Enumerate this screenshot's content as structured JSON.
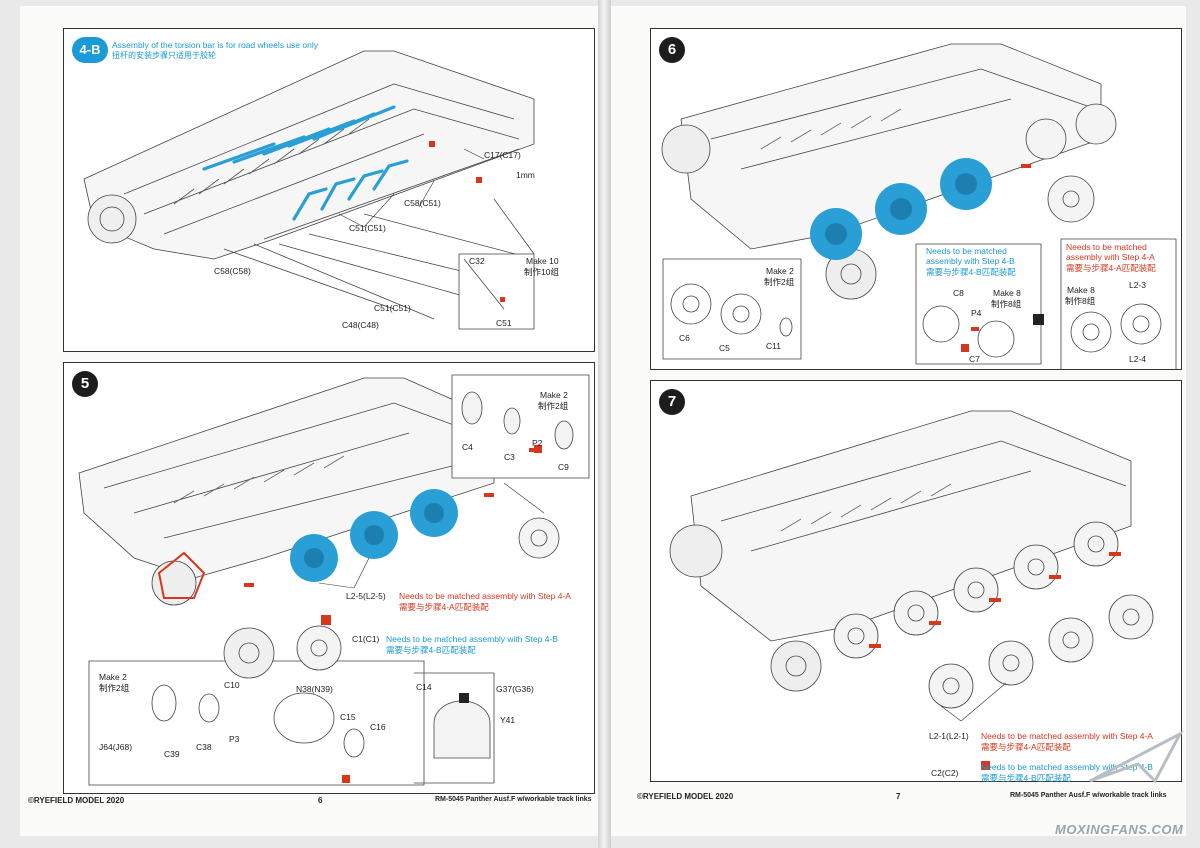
{
  "left_page": {
    "step_4b": {
      "badge": "4-B",
      "note_en": "Assembly of the torsion bar is for road wheels use only",
      "note_cn": "扭杆的安装步骤只适用于胶轮",
      "labels": {
        "c17": "C17(C17)",
        "dim": "1mm",
        "c58_a": "C58(C51)",
        "c51_a": "C51(C51)",
        "c58_b": "C58(C58)",
        "c51_b": "C51(C51)",
        "c48": "C48(C48)",
        "make10_en": "Make 10",
        "make10_cn": "制作10组",
        "c32": "C32",
        "c51_inset": "C51"
      }
    },
    "step_5": {
      "badge": "5",
      "make2_top_en": "Make 2",
      "make2_top_cn": "制作2组",
      "c4": "C4",
      "c3": "C3",
      "p2": "P2",
      "c9": "C9",
      "l25": "L2-5(L2-5)",
      "c1": "C1(C1)",
      "match_a_en": "Needs to be matched assembly with Step 4-A",
      "match_a_cn": "需要与步骤4-A匹配装配",
      "match_b_en": "Needs to be matched assembly with Step 4-B",
      "match_b_cn": "需要与步骤4-B匹配装配",
      "make2_bottom_en": "Make 2",
      "make2_bottom_cn": "制作2组",
      "c10": "C10",
      "n38": "N38(N39)",
      "c15": "C15",
      "c16": "C16",
      "j64": "J64(J68)",
      "c39": "C39",
      "c38": "C38",
      "p3": "P3",
      "c14": "C14",
      "g37": "G37(G36)",
      "y41": "Y41"
    },
    "footer_left": "©RYEFIELD MODEL 2020",
    "page_number": "6",
    "footer_right": "RM-5045  Panther Ausf.F w/workable track links"
  },
  "right_page": {
    "step_6": {
      "badge": "6",
      "make2_en": "Make 2",
      "make2_cn": "制作2组",
      "c6": "C6",
      "c5": "C5",
      "c11": "C11",
      "match_b_en": "Needs to be matched",
      "match_b_en2": "assembly with Step 4-B",
      "match_b_cn": "需要与步骤4-B匹配装配",
      "c8": "C8",
      "make8_en": "Make 8",
      "make8_cn": "制作8组",
      "p4": "P4",
      "c7": "C7",
      "match_a_en": "Needs to be matched",
      "match_a_en2": "assembly with Step 4-A",
      "match_a_cn": "需要与步骤4-A匹配装配",
      "make8b_en": "Make 8",
      "make8b_cn": "制作8组",
      "l23": "L2-3",
      "l24": "L2-4"
    },
    "step_7": {
      "badge": "7",
      "l21": "L2-1(L2-1)",
      "match_a_en": "Needs to be matched assembly with Step 4-A",
      "match_a_cn": "需要与步骤4-A匹配装配",
      "c2": "C2(C2)",
      "match_b_en": "Needs to be matched assembly with Step 4-B",
      "match_b_cn": "需要与步骤4-B匹配装配"
    },
    "footer_left": "©RYEFIELD MODEL 2020",
    "page_number": "7",
    "footer_right": "RM-5045  Panther Ausf.F w/workable track links"
  },
  "watermark": "MOXINGFANS.COM",
  "colors": {
    "part_blue": "#2a9fd6",
    "part_red": "#d9361e",
    "accent_blue_text": "#1a9ad6"
  }
}
